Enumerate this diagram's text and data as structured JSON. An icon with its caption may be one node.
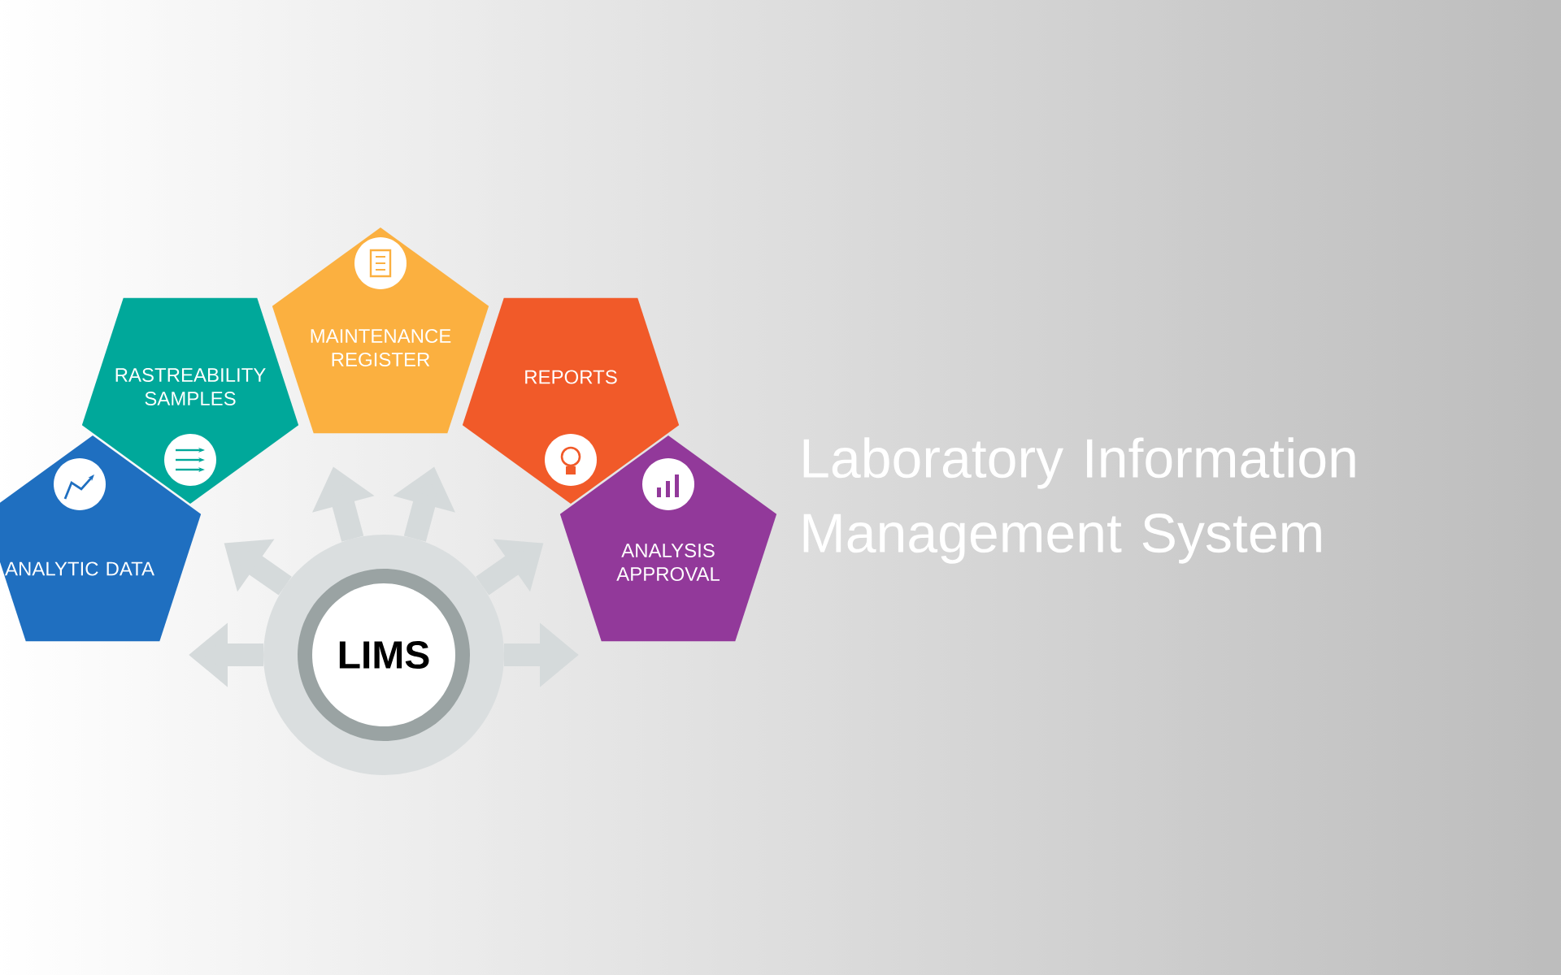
{
  "diagram": {
    "title": "Laboratory Information Management System",
    "nodes": [
      {
        "text": [
          "ANALYTIC DATA"
        ]
      },
      {
        "text": [
          "RASTREABILITY SAMPLES"
        ]
      },
      {
        "text": [
          "MAINTENANCE REGISTER"
        ]
      },
      {
        "text": [
          "REPORTS"
        ]
      },
      {
        "text": [
          "ANALYSIS APPROVAL"
        ]
      },
      {
        "text": [
          "LIMS"
        ]
      }
    ],
    "edges": [
      {
        "from": 5,
        "to": null,
        "arrow": "to"
      },
      {
        "from": 5,
        "to": null,
        "arrow": "to"
      },
      {
        "from": 5,
        "to": null,
        "arrow": "to"
      },
      {
        "from": 5,
        "to": null,
        "arrow": "to"
      },
      {
        "from": 5,
        "to": null,
        "arrow": "to"
      },
      {
        "from": 5,
        "to": null,
        "arrow": "to"
      }
    ]
  }
}
